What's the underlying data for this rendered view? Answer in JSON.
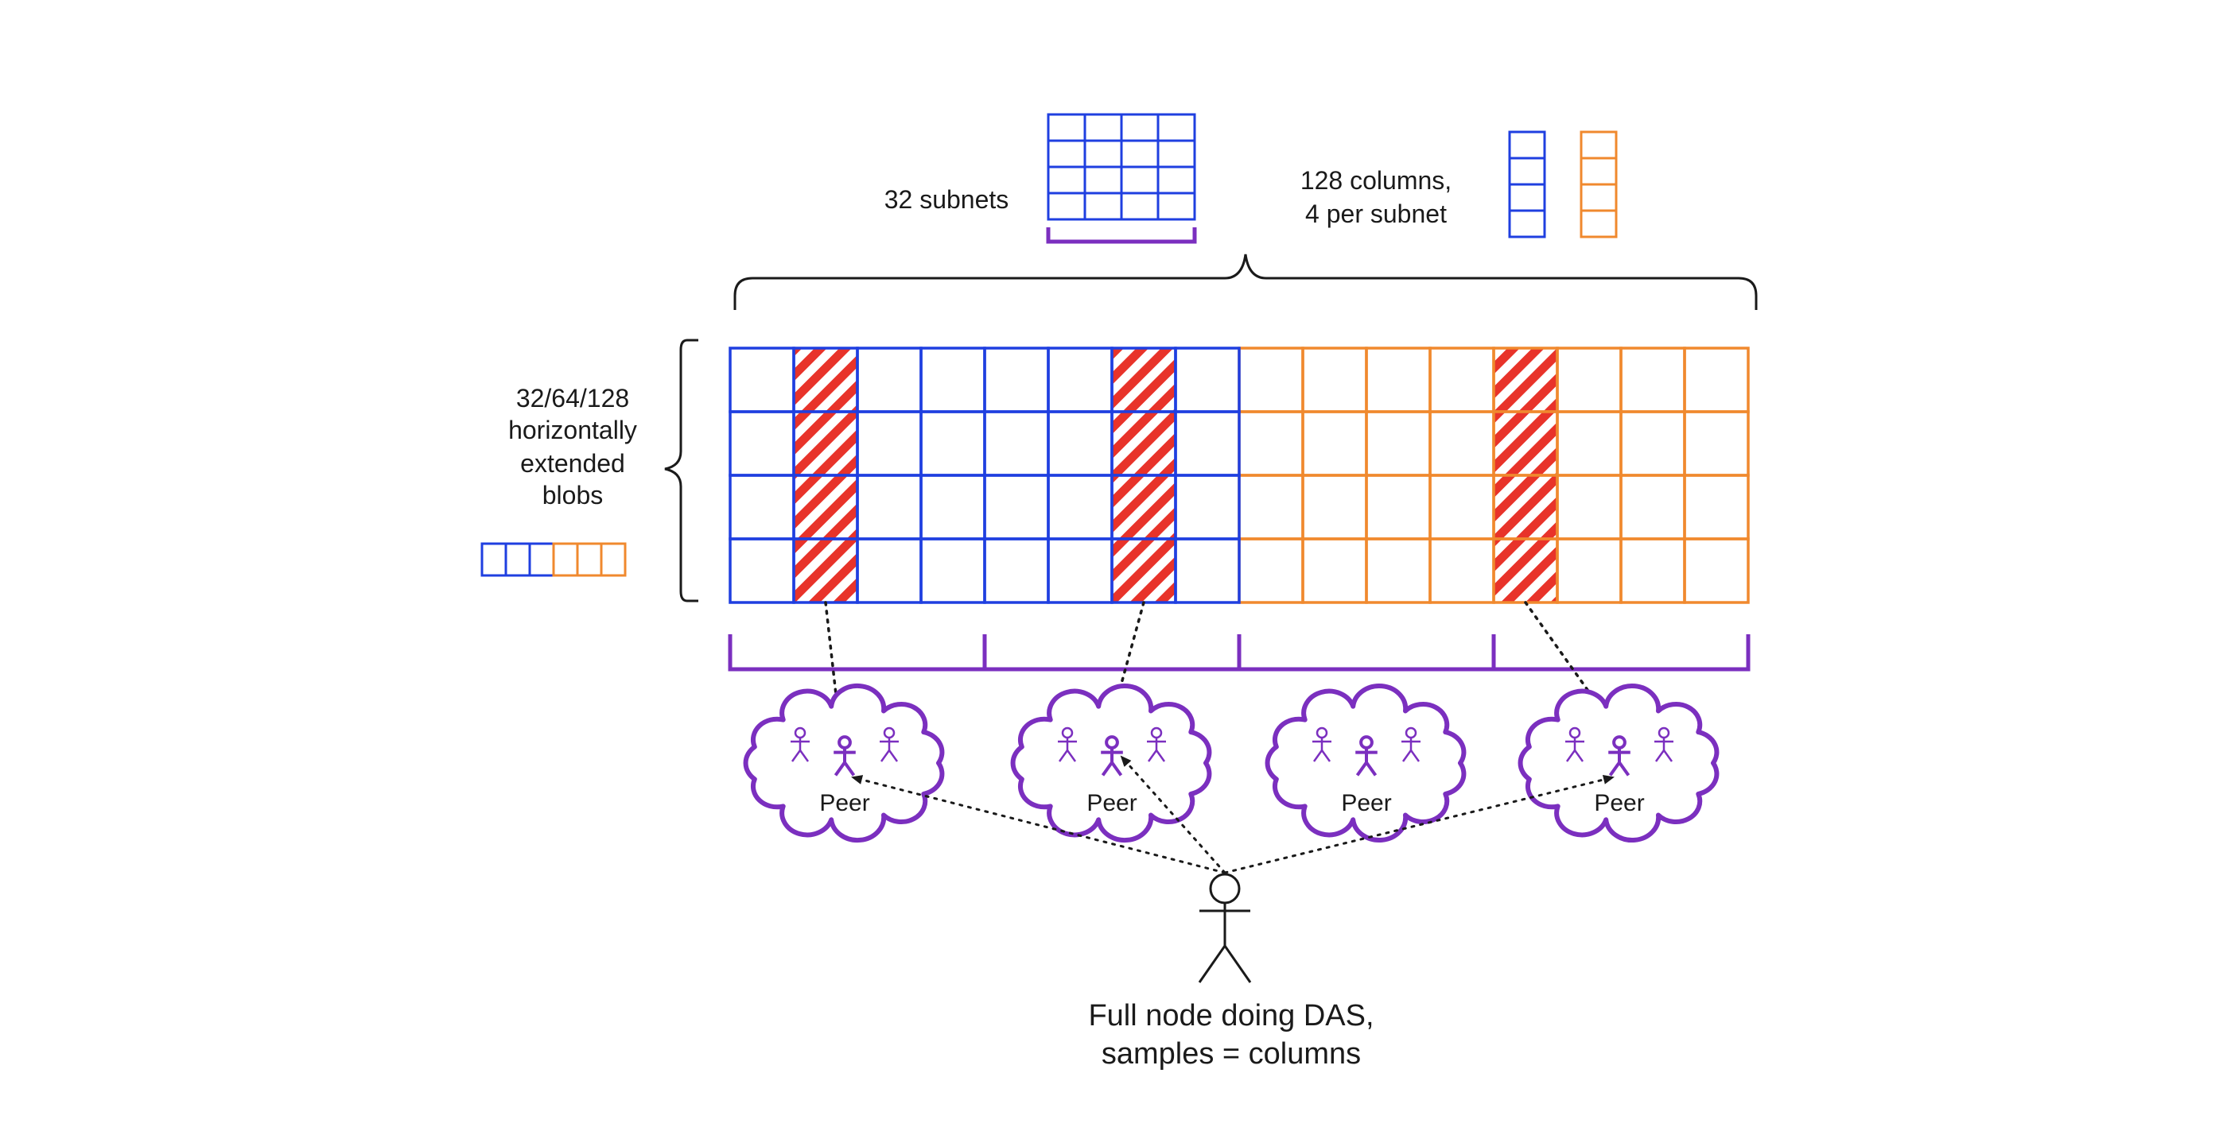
{
  "labels": {
    "subnets": "32 subnets",
    "columns_line1": "128 columns,",
    "columns_line2": "4 per subnet",
    "blobs_line1": "32/64/128",
    "blobs_line2": "horizontally",
    "blobs_line3": "extended",
    "blobs_line4": "blobs",
    "peer": "Peer",
    "fullnode_line1": "Full node doing DAS,",
    "fullnode_line2": "samples = columns"
  },
  "grid": {
    "rows": 4,
    "columns": 16,
    "blue_columns": 8,
    "sampled_columns": [
      1,
      6,
      12
    ]
  },
  "colors": {
    "blue": "#1f3fe0",
    "orange": "#f0892e",
    "purple": "#7b2fbf",
    "red": "#e8332a",
    "ink": "#1a1a1a"
  },
  "peers": [
    {
      "label": "Peer"
    },
    {
      "label": "Peer"
    },
    {
      "label": "Peer"
    },
    {
      "label": "Peer"
    }
  ]
}
